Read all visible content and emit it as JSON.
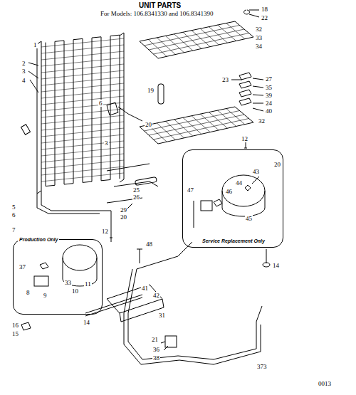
{
  "diagram": {
    "title": "UNIT PARTS",
    "nodes": [
      {
        "text": [
          "Production Only"
        ]
      },
      {
        "text": [
          "Service Replacement Only"
        ]
      }
    ],
    "labels": [
      "For Models: 106.8341330 and 106.8341390",
      "1",
      "2",
      "3",
      "4",
      "6",
      "20",
      "3",
      "19",
      "25",
      "26",
      "29",
      "20",
      "18",
      "22",
      "32",
      "33",
      "34",
      "23",
      "27",
      "35",
      "39",
      "24",
      "40",
      "32",
      "12",
      "20",
      "43",
      "44",
      "46",
      "47",
      "45",
      "14",
      "5",
      "6",
      "7",
      "12",
      "48",
      "37",
      "33",
      "10",
      "11",
      "8",
      "9",
      "14",
      "41",
      "42",
      "31",
      "16",
      "15",
      "21",
      "36",
      "38",
      "373",
      "0013"
    ]
  }
}
